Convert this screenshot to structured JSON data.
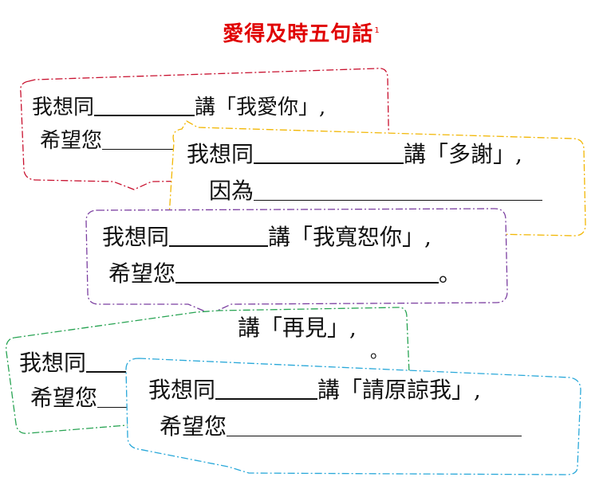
{
  "title": "愛得及時五句話",
  "title_note": "1",
  "colors": {
    "title": "#e00000",
    "card1": "#c8102e",
    "card2": "#f2b705",
    "card3": "#7b3fa0",
    "card4": "#27a352",
    "card5": "#29a8d9"
  },
  "cards": [
    {
      "line1_prefix": "我想同",
      "line1_verb": "講「我愛你」,",
      "line2_prefix": "希望您",
      "line2_end": "。"
    },
    {
      "line1_prefix": "我想同",
      "line1_verb": "講「多謝」,",
      "line2_prefix": "因為",
      "line2_end": ""
    },
    {
      "line1_prefix": "我想同",
      "line1_verb": "講「我寬恕你」,",
      "line2_prefix": "希望您",
      "line2_end": "。"
    },
    {
      "line1_prefix": "我想同",
      "line1_verb": "講「再見」,",
      "line2_prefix": "希望您",
      "line2_end": "。"
    },
    {
      "line1_prefix": "我想同",
      "line1_verb": "講「請原諒我」,",
      "line2_prefix": "希望您",
      "line2_end": ""
    }
  ]
}
